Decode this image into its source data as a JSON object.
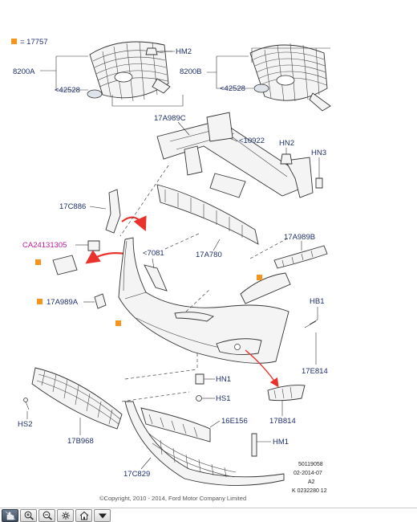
{
  "legend": {
    "code": "= 17757",
    "color": "#f7941d"
  },
  "labels": {
    "l8200a": "8200A",
    "l42528a": "<42528",
    "lhm2": "HM2",
    "l8200b": "8200B",
    "l42528b": "<42528",
    "l17a989c": "17A989C",
    "l10922": "<10922",
    "lhn2": "HN2",
    "lhn3": "HN3",
    "l17c886": "17C886",
    "lca": "CA24131305",
    "l7081": "<7081",
    "l17a780": "17A780",
    "l17a989b": "17A989B",
    "l17a989a": "17A989A",
    "lhb1": "HB1",
    "l17e814": "17E814",
    "lhn1": "HN1",
    "lhs1": "HS1",
    "lhs2": "HS2",
    "l17b814": "17B814",
    "l16e156": "16E156",
    "lhm1": "HM1",
    "l17b968": "17B968",
    "l17c829": "17C829"
  },
  "meta": {
    "line1": "50119058",
    "line2": "02-2014-07",
    "line3": "A2",
    "line4": "K 0232280 12"
  },
  "copyright": "©Copyright, 2010 - 2014, Ford Motor Company Limited",
  "colors": {
    "label": "#1f2f6b",
    "magenta": "#c0199a",
    "arrow": "#e8322b",
    "marker": "#f7941d"
  },
  "toolbar": {
    "buttons": [
      {
        "name": "select-tool",
        "icon": "hand-pointer-icon"
      },
      {
        "name": "zoom-in",
        "icon": "zoom-in-icon"
      },
      {
        "name": "zoom-out",
        "icon": "zoom-out-icon"
      },
      {
        "name": "fit",
        "icon": "fit-to-window-icon"
      },
      {
        "name": "home",
        "icon": "home-icon"
      },
      {
        "name": "menu",
        "icon": "dropdown-arrow-icon"
      }
    ]
  }
}
